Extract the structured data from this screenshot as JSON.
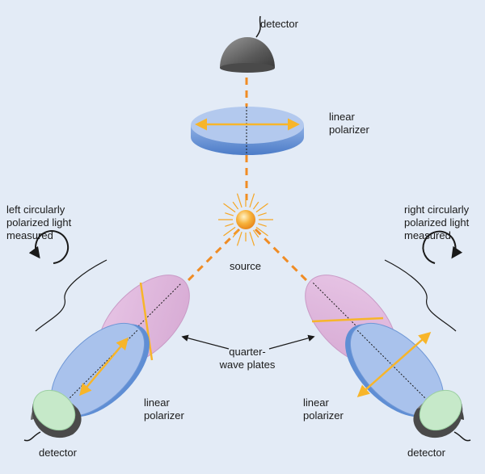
{
  "labels": {
    "detector_top": "detector",
    "polarizer_top_line1": "linear",
    "polarizer_top_line2": "polarizer",
    "source": "source",
    "left_caption_line1": "left circularly",
    "left_caption_line2": "polarized light",
    "left_caption_line3": "measured",
    "right_caption_line1": "right circularly",
    "right_caption_line2": "polarized light",
    "right_caption_line3": "measured",
    "qwp_line1": "quarter-",
    "qwp_line2": "wave plates",
    "polarizer_left_line1": "linear",
    "polarizer_left_line2": "polarizer",
    "polarizer_right_line1": "linear",
    "polarizer_right_line2": "polarizer",
    "detector_left": "detector",
    "detector_right": "detector"
  },
  "colors": {
    "background": "#e3ebf6",
    "beam": "#f08c24",
    "polarization_arrow": "#f7b52a",
    "polarizer_face": "#aec6ec",
    "polarizer_edge": "#5c8ad0",
    "waveplate_face": "#e0b7dd",
    "waveplate_edge": "#c58fc1",
    "detector_dark": "#6a6a6a",
    "detector_green": "#c6e9c9",
    "source_glow": "#f5a623"
  }
}
